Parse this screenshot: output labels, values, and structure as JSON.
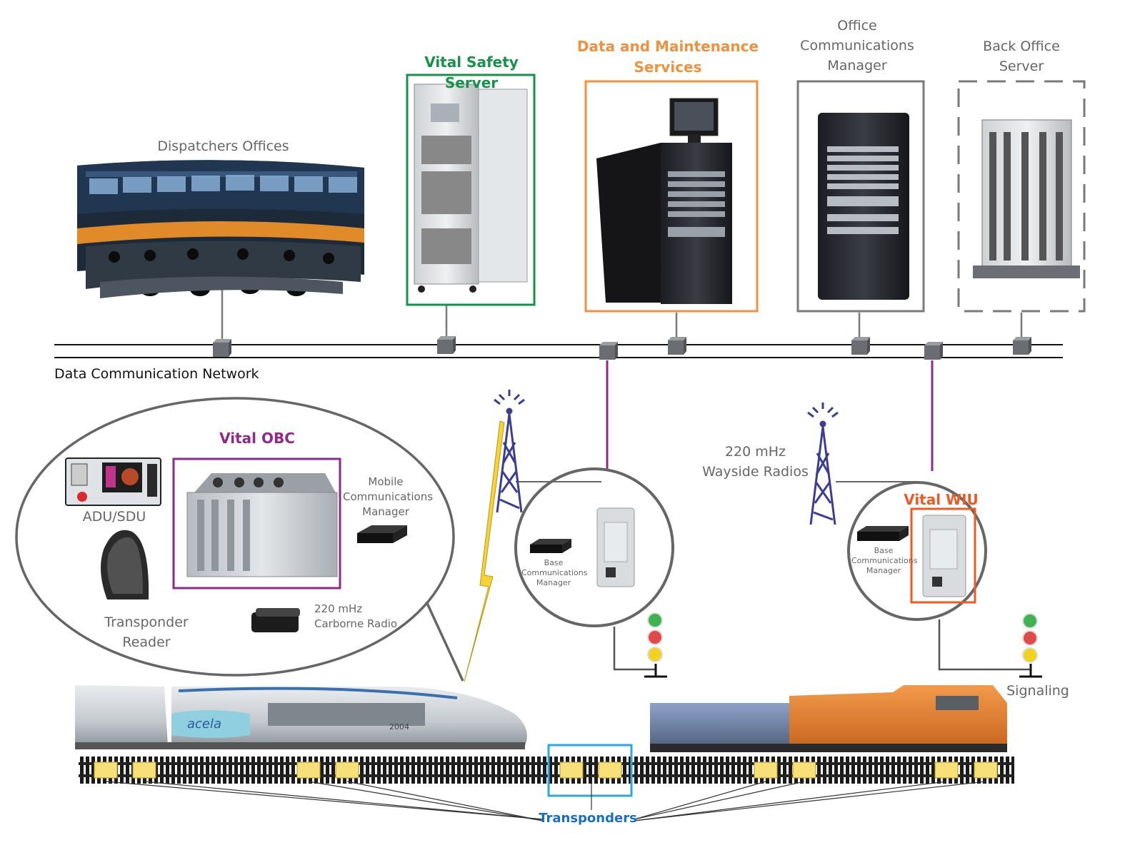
{
  "labels": {
    "vital_safety_server": "Vital Safety Server",
    "data_maintenance": [
      "Data and Maintenance",
      "Services"
    ],
    "office_comm_manager": [
      "Office",
      "Communications",
      "Manager"
    ],
    "back_office_server": [
      "Back Office",
      "Server"
    ],
    "dispatchers_offices": "Dispatchers Offices",
    "network": "Data Communication Network",
    "vital_obc": "Vital OBC",
    "adu_sdu": "ADU/SDU",
    "mobile_comm_manager": [
      "Mobile",
      "Communications",
      "Manager"
    ],
    "transponder_reader": "Transponder Reader",
    "carborne_radio": [
      "220 mHz",
      "Carborne Radio"
    ],
    "base_comm_manager": [
      "Base",
      "Communications",
      "Manager"
    ],
    "wayside_radios": [
      "220 mHz",
      "Wayside Radios"
    ],
    "vital_wiu": "Vital WIU",
    "signaling": "Signaling",
    "transponders": "Transponders",
    "acela_logo": "acela",
    "train_number": "2004"
  },
  "colors": {
    "vital_safety_server": "#16924a",
    "data_maintenance": "#f0913d",
    "vital_obc": "#8e2a8c",
    "vital_wiu": "#ef5a24",
    "transponders": "#1a6fbf",
    "transponder_box": "#2ea8dc",
    "network_link": "#8e2a8c",
    "frame_gray": "#7a7a7a",
    "signal_green": "#3fb34f",
    "signal_red": "#e04a4a",
    "signal_yellow": "#f3d21b",
    "transponder_pad": "#f7e07a"
  },
  "icons": [
    "tower-icon",
    "lightning-icon",
    "signal-light-icon",
    "server-rack-icon",
    "radio-unit-icon",
    "switch-node-icon"
  ]
}
